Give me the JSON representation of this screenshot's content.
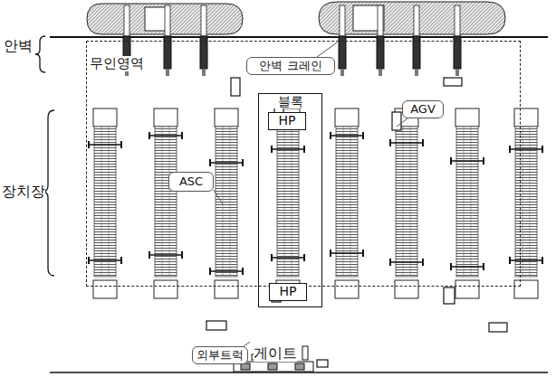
{
  "diagram": {
    "nodes": [
      {
        "text": [
          "무인영역"
        ]
      },
      {
        "text": [
          "안벽 크레인"
        ],
        "in": 0
      },
      {
        "text": [
          "블록"
        ],
        "in": 0
      },
      {
        "text": [
          "HP"
        ],
        "in": 2
      },
      {
        "text": [
          "AGV"
        ],
        "in": 0
      },
      {
        "text": [
          "ASC"
        ],
        "in": 0
      },
      {
        "text": [
          "HP"
        ],
        "in": 2
      },
      {
        "text": [
          "외부트럭"
        ]
      }
    ],
    "labels": [
      "안벽",
      "장치장",
      "게이트"
    ]
  }
}
